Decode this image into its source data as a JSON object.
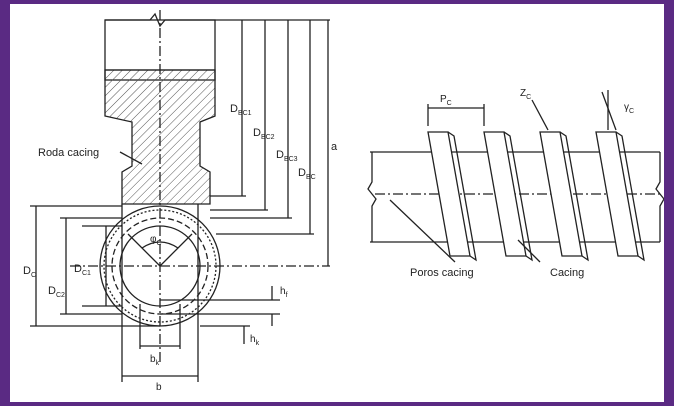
{
  "labels": {
    "roda_cacing": "Roda cacing",
    "poros_cacing": "Poros cacing",
    "cacing": "Cacing",
    "dbc1": "D",
    "dbc1_sub": "BC1",
    "dbc2": "D",
    "dbc2_sub": "BC2",
    "dbc3": "D",
    "dbc3_sub": "BC3",
    "dbc": "D",
    "dbc_sub": "BC",
    "a": "a",
    "dc": "D",
    "dc_sub": "C",
    "dc1": "D",
    "dc1_sub": "C1",
    "dc2": "D",
    "dc2_sub": "C2",
    "pc": "P",
    "pc_sub": "C",
    "zc": "Z",
    "zc_sub": "C",
    "gamma": "γ",
    "gamma_sub": "C",
    "phi": "φ",
    "phi_sub": "C",
    "hf": "h",
    "hf_sub": "f",
    "hk": "h",
    "hk_sub": "k",
    "bk": "b",
    "bk_sub": "k",
    "b": "b"
  },
  "colors": {
    "background": "#5a2a83",
    "paper": "#ffffff",
    "line": "#222222"
  }
}
